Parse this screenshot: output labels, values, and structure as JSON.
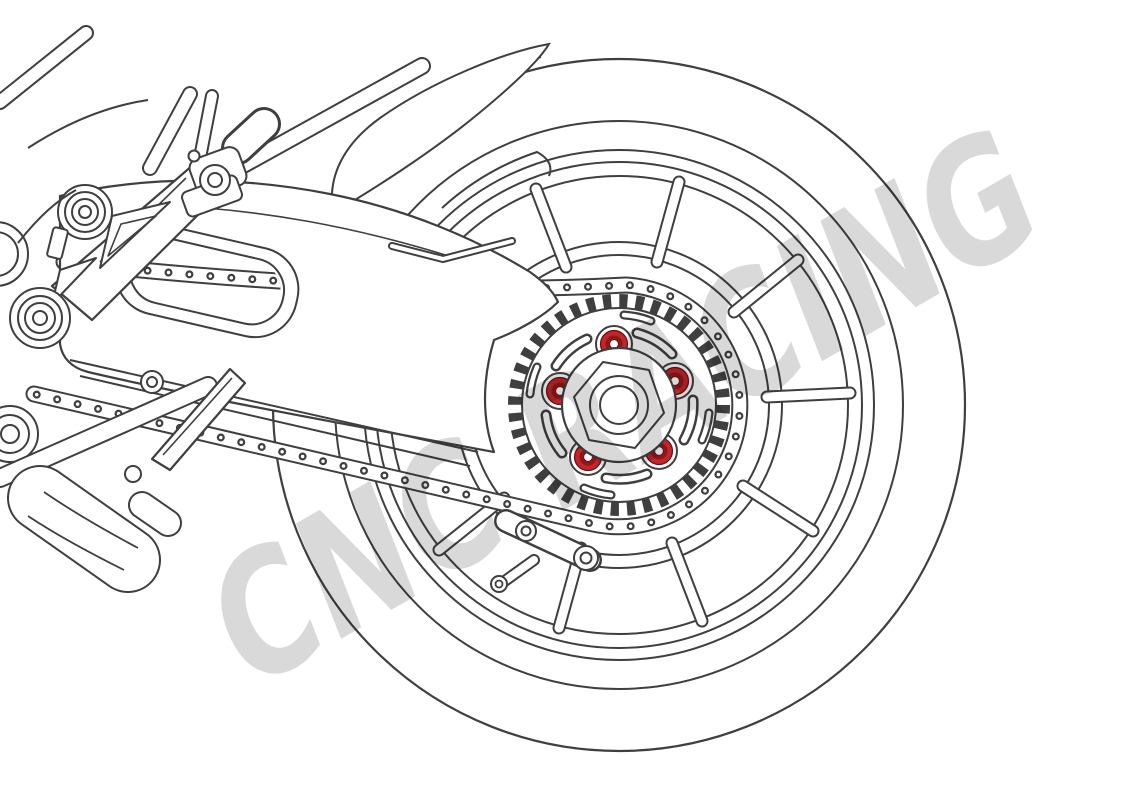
{
  "page": {
    "background": "#ffffff",
    "description": "Black-and-white technical line illustration of a motorcycle rear wheel assembly, left side view, with the rear sprocket flange nuts highlighted in red"
  },
  "watermark": {
    "text": "CNC RACING",
    "angle_deg": -30
  },
  "colors": {
    "line": "#3f3f3f",
    "red": "#c2252a",
    "red_dark": "#8e171b",
    "red_edge": "#6b0f12",
    "watermark": "#d9d9d9",
    "bg": "#ffffff"
  },
  "illustration": {
    "type": "line-art product illustration",
    "subject": "Rear wheel, final-drive sprocket, chain and swingarm of a motorcycle",
    "highlighted_part": {
      "name": "sprocket flange nuts",
      "count": 5,
      "color": "#c2252a"
    },
    "counts": {
      "red_nuts": 5,
      "wheel_spokes": 10,
      "sprocket_teeth_approx": 40
    },
    "parts": [
      "tire",
      "rim",
      "wheel spokes",
      "hub",
      "rear sprocket",
      "sprocket carrier",
      "sprocket nuts (red)",
      "axle nut",
      "drive chain",
      "swingarm",
      "swingarm chain slot",
      "rear fender",
      "tail blade",
      "subframe tube",
      "footpeg hanger",
      "footpeg",
      "frame pivot",
      "exhaust muffler",
      "chain adjuster"
    ]
  }
}
